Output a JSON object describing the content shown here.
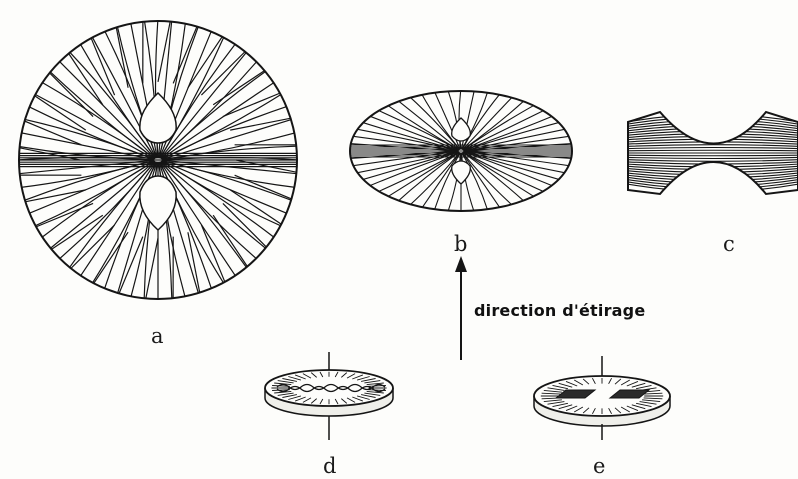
{
  "labels": {
    "a": "a",
    "b": "b",
    "c": "c",
    "d": "d",
    "e": "e"
  },
  "arrow_text": "direction d'étirage",
  "colors": {
    "ink": "#151515",
    "paper": "#fdfdfb",
    "fill_light": "#f4f4f0",
    "crystal": "#2a2a2a"
  }
}
